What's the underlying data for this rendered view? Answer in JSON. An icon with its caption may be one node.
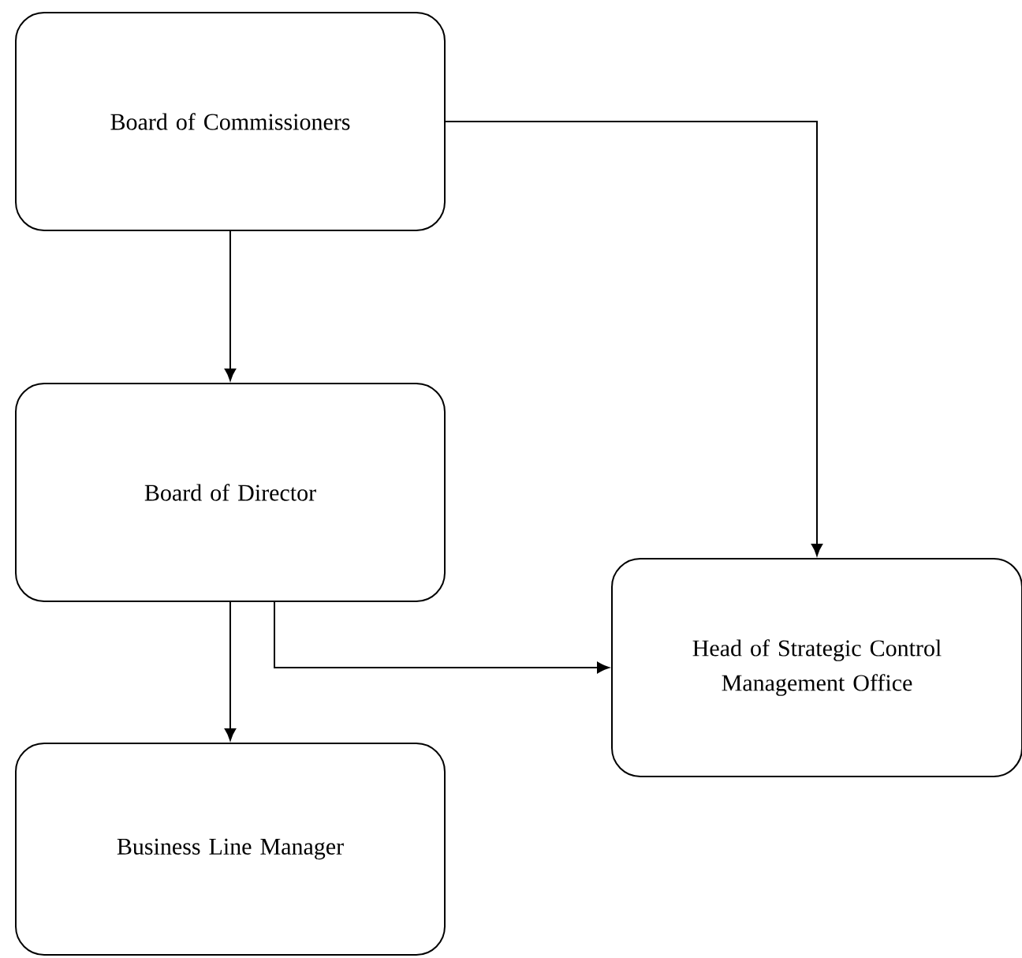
{
  "diagram": {
    "nodes": [
      {
        "text": [
          "Board of Commissioners"
        ]
      },
      {
        "text": [
          "Board of Director"
        ]
      },
      {
        "text": [
          "Business Line Manager"
        ]
      },
      {
        "text": [
          "Head of Strategic Control Management Office"
        ]
      }
    ],
    "edges": [
      {
        "from": 0,
        "to": 1,
        "arrow": "to"
      },
      {
        "from": 0,
        "to": 3,
        "arrow": "to"
      },
      {
        "from": 1,
        "to": 2,
        "arrow": "to"
      },
      {
        "from": 1,
        "to": 3,
        "arrow": "to"
      }
    ]
  }
}
